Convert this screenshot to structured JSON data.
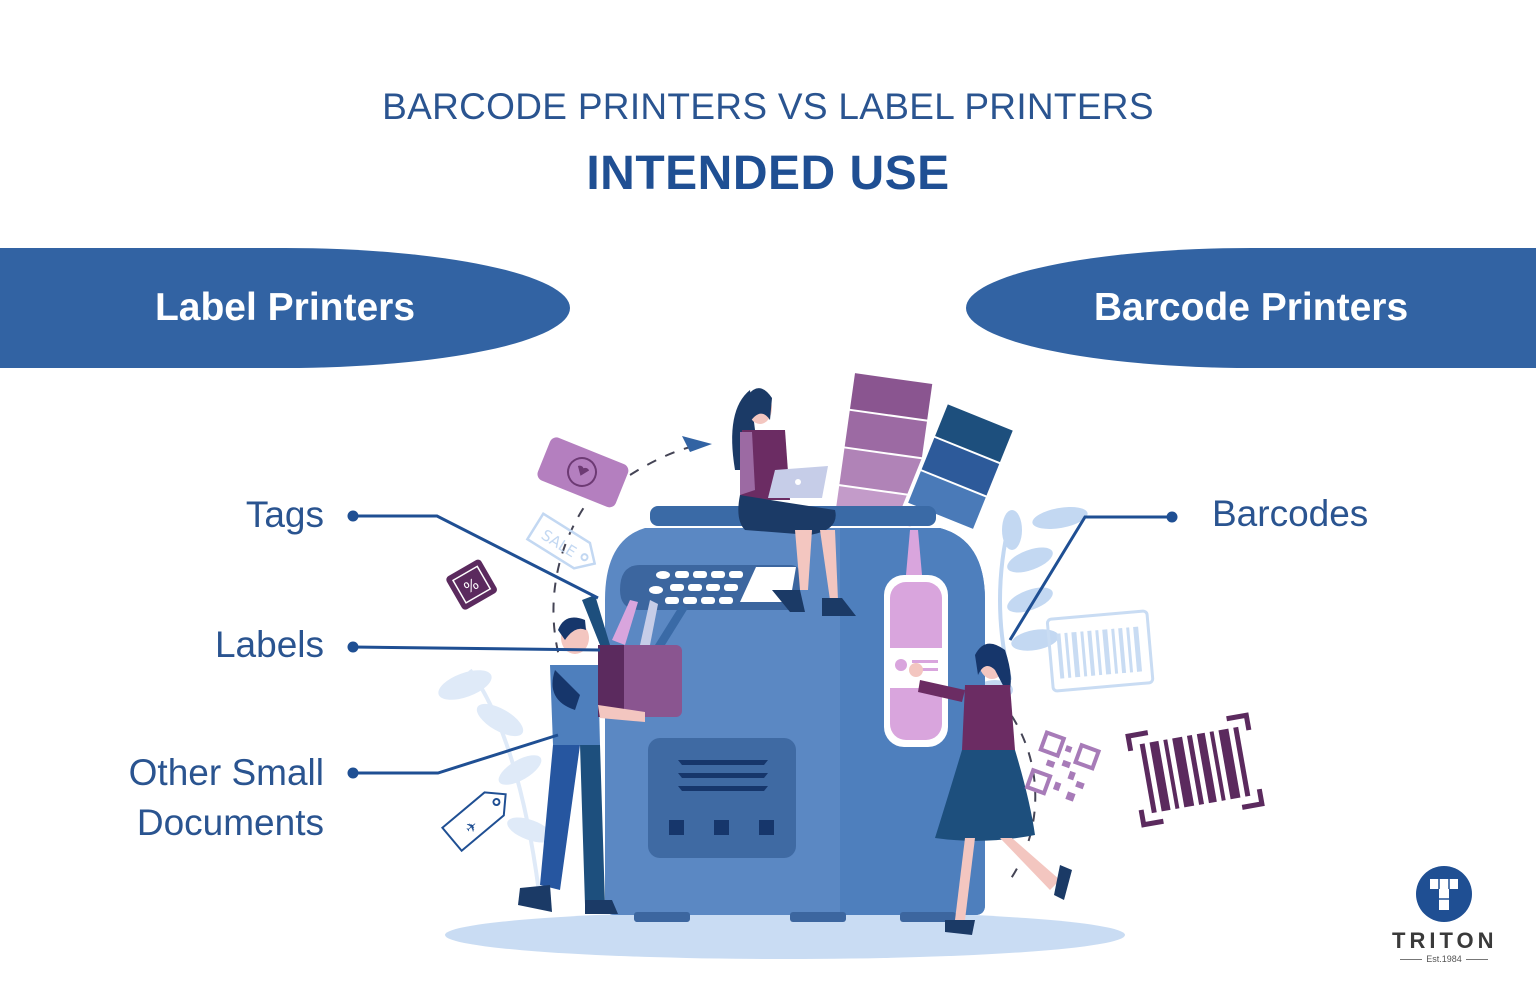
{
  "header": {
    "subtitle": "BARCODE PRINTERS VS LABEL PRINTERS",
    "title": "INTENDED USE"
  },
  "columns": {
    "left": {
      "heading": "Label Printers",
      "items": [
        {
          "label": "Tags"
        },
        {
          "label": "Labels"
        },
        {
          "label_line1": "Other Small",
          "label_line2": "Documents"
        }
      ]
    },
    "right": {
      "heading": "Barcode Printers",
      "items": [
        {
          "label": "Barcodes"
        }
      ]
    }
  },
  "illustration": {
    "description": "Large printer with three people: woman with laptop sitting on top, man carrying box, woman holding glue bottle; tags, swatches, barcodes, QR code around",
    "tag_text": "SALE"
  },
  "logo": {
    "name": "TRITON",
    "established": "Est.1984"
  },
  "colors": {
    "primary_blue": "#3263a3",
    "heading_blue": "#1f4f93",
    "text_blue": "#2a5490",
    "purple": "#5b2a5e",
    "light_purple": "#b47fbf",
    "printer_blue": "#5b88c3",
    "pale_blue": "#c9dcf3"
  }
}
